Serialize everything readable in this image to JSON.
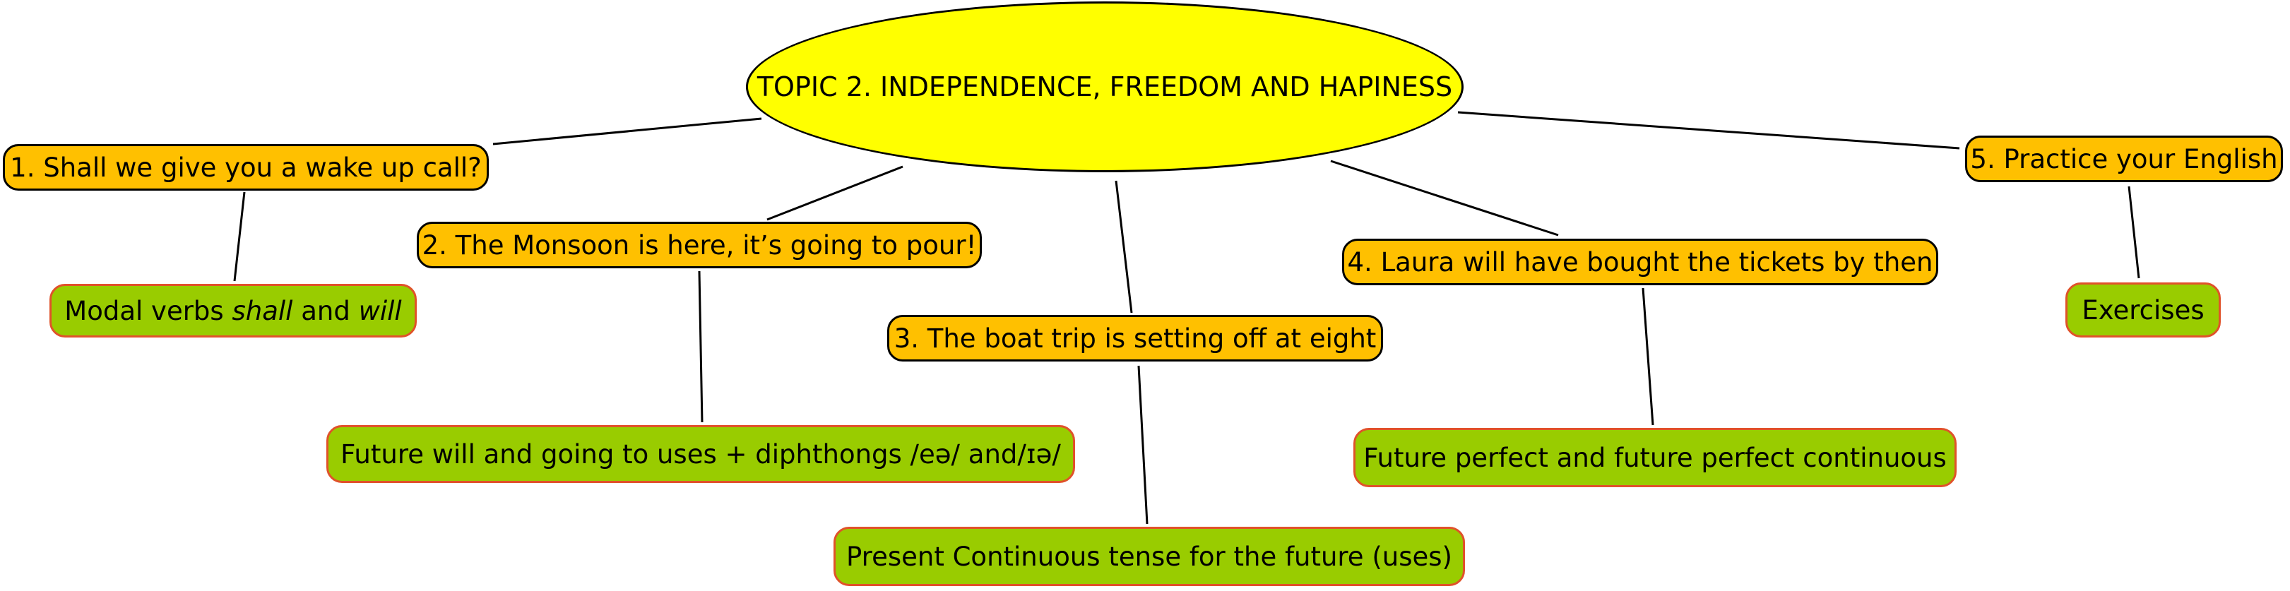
{
  "colors": {
    "central_fill": "#ffff00",
    "topic_fill": "#ffc000",
    "topic_border": "#000000",
    "detail_fill": "#99cc00",
    "detail_border": "#e0522a",
    "connector": "#000000"
  },
  "central": {
    "label": "TOPIC 2. INDEPENDENCE, FREEDOM AND HAPINESS"
  },
  "topics": [
    {
      "label": "1. Shall we give you a wake up call?"
    },
    {
      "label": "2. The Monsoon is here, it’s going to pour!"
    },
    {
      "label": "3. The boat trip is setting off at eight"
    },
    {
      "label": "4. Laura will have bought the tickets by then"
    },
    {
      "label": "5. Practice your English"
    }
  ],
  "details": [
    {
      "prefix": "Modal verbs ",
      "em1": "shall",
      "middle": " and ",
      "em2": "will"
    },
    {
      "label": "Future will and going to uses + diphthongs /eə/ and/ɪə/"
    },
    {
      "label": "Present Continuous tense for the future (uses)"
    },
    {
      "label": "Future perfect and future perfect continuous"
    },
    {
      "label": "Exercises"
    }
  ]
}
